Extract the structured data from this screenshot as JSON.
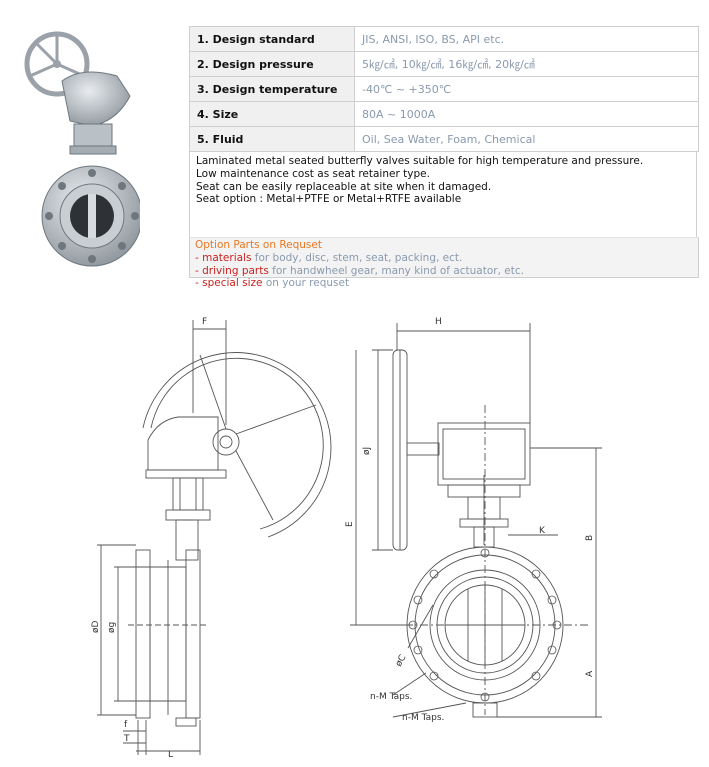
{
  "spec_rows": [
    {
      "label": "1. Design standard",
      "value": "JIS, ANSI, ISO, BS, API etc."
    },
    {
      "label": "2. Design pressure",
      "value": "5㎏/㎠, 10㎏/㎠, 16㎏/㎠, 20㎏/㎠"
    },
    {
      "label": "3. Design temperature",
      "value": "-40℃ ~ +350℃"
    },
    {
      "label": "4. Size",
      "value": "80A ~ 1000A"
    },
    {
      "label": "5. Fluid",
      "value": "Oil, Sea Water, Foam, Chemical"
    }
  ],
  "description": [
    "Laminated metal seated butterfly valves suitable for high temperature and pressure.",
    "Low maintenance cost as seat retainer type.",
    "Seat can be easily replaceable at site when it damaged.",
    "Seat option : Metal+PTFE or Metal+RTFE available"
  ],
  "options": {
    "title": "Option Parts on Requset",
    "items": [
      {
        "dash": "- ",
        "highlight": "materials",
        "rest": " for body, disc, stem, seat, packing, ect."
      },
      {
        "dash": "- ",
        "highlight": "driving parts",
        "rest": " for handwheel gear, many kind of actuator, etc."
      },
      {
        "dash": "- ",
        "highlight": "special size",
        "rest": " on your requset"
      }
    ]
  },
  "dimension_labels": {
    "F": "F",
    "H": "H",
    "E": "E",
    "oJ": "øJ",
    "B": "B",
    "K": "K",
    "oD": "øD",
    "og": "øg",
    "oC": "øC",
    "A": "A",
    "nM1": "n-M Taps.",
    "nM2": "n-M Taps.",
    "f": "f",
    "T": "T",
    "L": "L"
  },
  "colors": {
    "accent_orange": "#e87722",
    "highlight_red": "#cc1f1f",
    "value_gray": "#8a9aae"
  }
}
